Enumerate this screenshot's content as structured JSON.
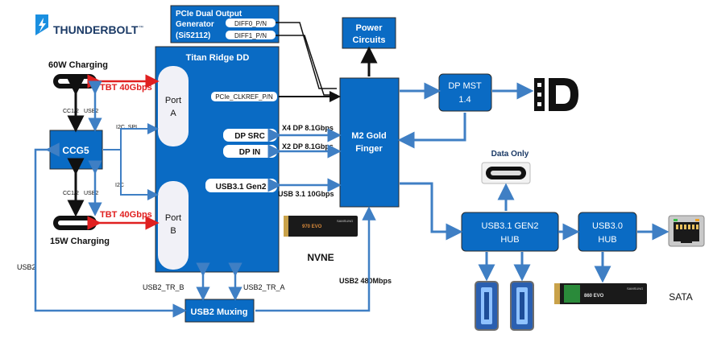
{
  "logo": {
    "text": "THUNDERBOLT",
    "tm": "™"
  },
  "pcie_gen": {
    "line1": "PCIe Dual Output",
    "line2": "Generator",
    "line3": "(Si52112)",
    "diff0": "DIFF0_P/N",
    "diff1": "DIFF1_P/N"
  },
  "power": {
    "line1": "Power",
    "line2": "Circuits"
  },
  "titan": {
    "title": "Titan Ridge DD",
    "port_a": {
      "line1": "Port",
      "line2": "A"
    },
    "port_b": {
      "line1": "Port",
      "line2": "B"
    },
    "pcie_clkref": "PCIe_CLKREF_P/N",
    "dp_src": "DP SRC",
    "dp_in": "DP IN",
    "usb31": "USB3.1 Gen2"
  },
  "charging": {
    "top": "60W Charging",
    "bottom": "15W Charging",
    "tbt_top": "TBT 40Gbps",
    "tbt_bottom": "TBT 40Gbps"
  },
  "ccg5": "CCG5",
  "side_labels": {
    "cc_top": "CC1/2",
    "usb2_top": "USB2",
    "cc_bottom": "CC1/2",
    "usb2_bottom": "USB2",
    "i2c_spi": "I2C, SPI",
    "i2c": "I2C",
    "usb2_left": "USB2"
  },
  "link_labels": {
    "x4dp": "X4 DP 8.1Gbps",
    "x2dp": "X2 DP 8.1Gbps",
    "usb31_10g": "USB 3.1 10Gbps",
    "usb2_480": "USB2 480Mbps"
  },
  "m2": {
    "line1": "M2 Gold",
    "line2": "Finger"
  },
  "dp_mst": {
    "line1": "DP MST",
    "line2": "1.4"
  },
  "data_only": "Data Only",
  "usb31_hub": {
    "line1": "USB3.1 GEN2",
    "line2": "HUB"
  },
  "usb30_hub": {
    "line1": "USB3.0",
    "line2": "HUB"
  },
  "usb2_mux": "USB2 Muxing",
  "usb2_tr_b": "USB2_TR_B",
  "usb2_tr_a": "USB2_TR_A",
  "nvne": "NVNE",
  "sata": "SATA",
  "ssd_970": {
    "brand": "SAMSUNG",
    "model": "970 EVO"
  },
  "ssd_860": {
    "brand": "SAMSUNG",
    "model": "860 EVO"
  },
  "colors": {
    "box": "#0a6bc4",
    "arrow": "#3f7fc4",
    "red": "#e02020",
    "black": "#111111"
  }
}
